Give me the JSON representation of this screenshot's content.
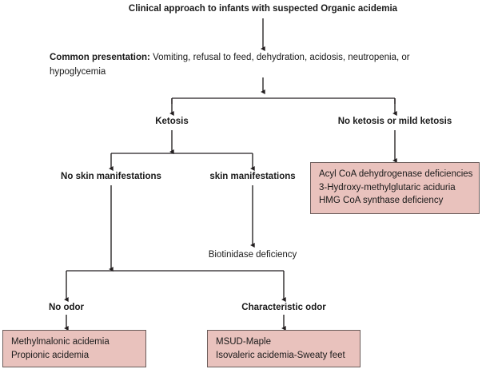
{
  "diagram": {
    "title": "Clinical approach to infants with suspected Organic acidemia",
    "presentation": {
      "lead": "Common presentation:",
      "text": " Vomiting, refusal to feed, dehydration, acidosis, neutropenia, or hypoglycemia"
    },
    "nodes": {
      "ketosis": "Ketosis",
      "no_ketosis": "No ketosis or mild ketosis",
      "no_skin": "No skin manifestations",
      "skin": "skin manifestations",
      "biotinidase": "Biotinidase deficiency",
      "no_odor": "No odor",
      "characteristic_odor": "Characteristic odor"
    },
    "boxes": {
      "no_ketosis_box": {
        "lines": [
          "Acyl CoA dehydrogenase deficiencies",
          "3-Hydroxy-methylglutaric aciduria",
          "HMG CoA synthase deficiency"
        ]
      },
      "no_odor_box": {
        "lines": [
          "Methylmalonic acidemia",
          "Propionic acidemia"
        ]
      },
      "odor_box": {
        "lines": [
          "MSUD-Maple",
          "Isovaleric acidemia-Sweaty feet"
        ]
      }
    },
    "colors": {
      "box_fill": "#e9c2bd",
      "box_border": "#6b5d5b",
      "connector": "#231f20",
      "text": "#1a1a1a",
      "background": "#ffffff"
    }
  }
}
